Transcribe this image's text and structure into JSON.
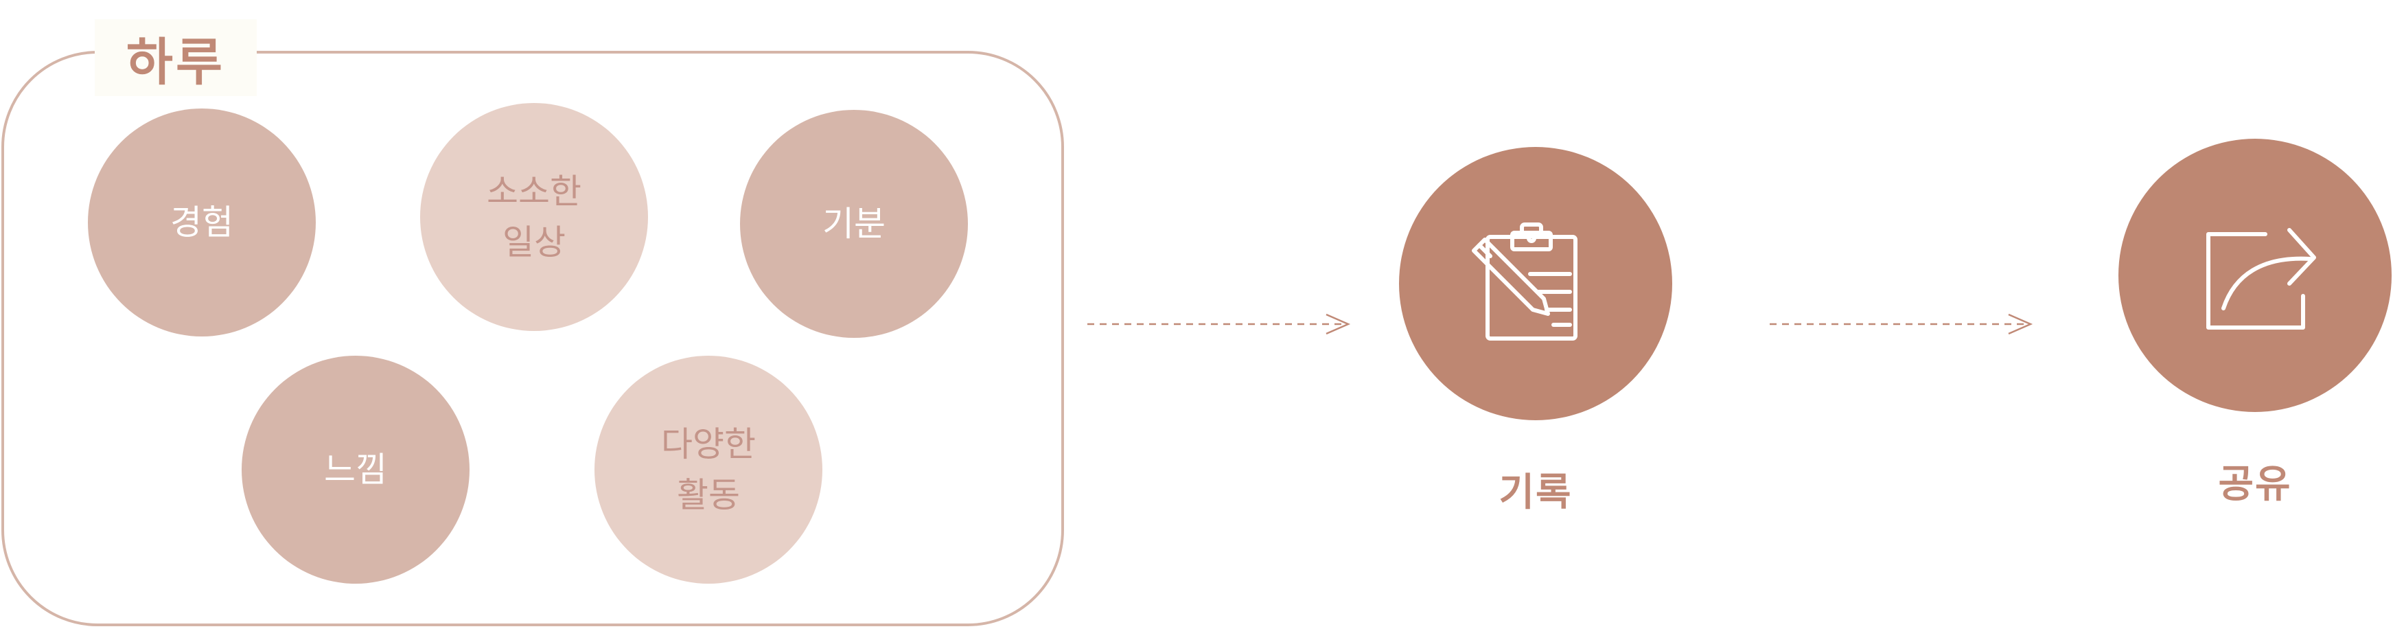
{
  "diagram": {
    "group_title": "하루",
    "circles": [
      {
        "id": "experience",
        "lines": [
          "경험"
        ],
        "tone": "dark"
      },
      {
        "id": "small-daily",
        "lines": [
          "소소한",
          "일상"
        ],
        "tone": "light"
      },
      {
        "id": "mood",
        "lines": [
          "기분"
        ],
        "tone": "dark"
      },
      {
        "id": "feeling",
        "lines": [
          "느낌"
        ],
        "tone": "dark"
      },
      {
        "id": "activities",
        "lines": [
          "다양한",
          "활동"
        ],
        "tone": "light"
      }
    ],
    "steps": [
      {
        "label": "기록",
        "icon": "clipboard-pencil-icon"
      },
      {
        "label": "공유",
        "icon": "share-icon"
      }
    ],
    "colors": {
      "frame": "#d5b5a8",
      "dark_circle": "#d6b6aa",
      "light_circle": "#e7d0c7",
      "main_circle": "#be8772",
      "label": "#c08976"
    }
  }
}
